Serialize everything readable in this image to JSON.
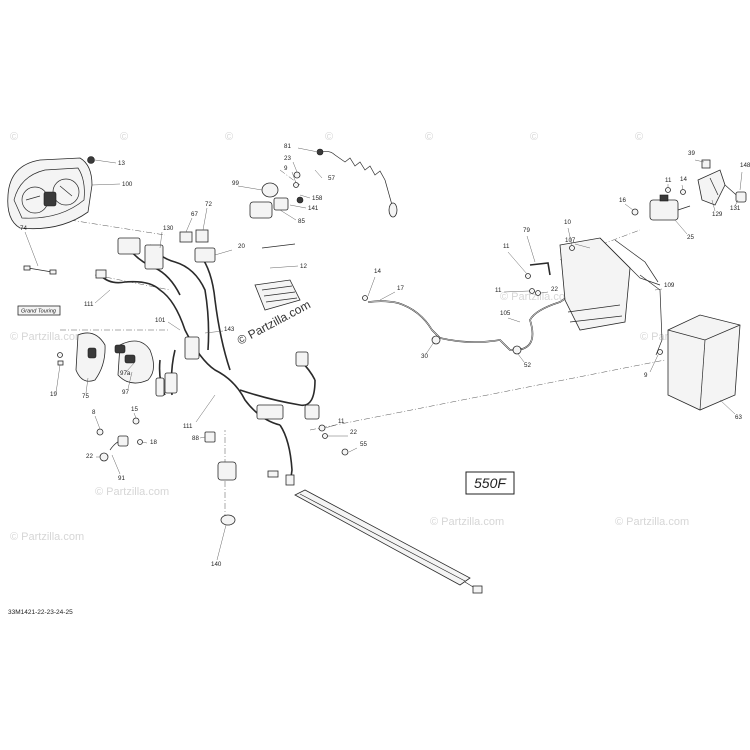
{
  "diagram": {
    "model_code": "550F",
    "variant_label": "Grand Touring",
    "reference_code": "33M1421-22-23-24-25",
    "watermark_center": "© Partzilla.com",
    "watermark_repeat": "© Partzilla.com",
    "watermark_small": "©"
  },
  "callouts": [
    {
      "id": "13",
      "text": "13"
    },
    {
      "id": "100",
      "text": "100"
    },
    {
      "id": "74",
      "text": "74"
    },
    {
      "id": "111a",
      "text": "111"
    },
    {
      "id": "130",
      "text": "130"
    },
    {
      "id": "67",
      "text": "67"
    },
    {
      "id": "72",
      "text": "72"
    },
    {
      "id": "99",
      "text": "99"
    },
    {
      "id": "20",
      "text": "20"
    },
    {
      "id": "81",
      "text": "81"
    },
    {
      "id": "23",
      "text": "23"
    },
    {
      "id": "9a",
      "text": "9"
    },
    {
      "id": "57",
      "text": "57"
    },
    {
      "id": "158",
      "text": "158"
    },
    {
      "id": "141",
      "text": "141"
    },
    {
      "id": "85",
      "text": "85"
    },
    {
      "id": "12",
      "text": "12"
    },
    {
      "id": "101",
      "text": "101"
    },
    {
      "id": "143",
      "text": "143"
    },
    {
      "id": "19",
      "text": "19"
    },
    {
      "id": "75",
      "text": "75"
    },
    {
      "id": "97",
      "text": "97"
    },
    {
      "id": "97a",
      "text": "97a"
    },
    {
      "id": "8",
      "text": "8"
    },
    {
      "id": "15",
      "text": "15"
    },
    {
      "id": "18",
      "text": "18"
    },
    {
      "id": "22a",
      "text": "22"
    },
    {
      "id": "91",
      "text": "91"
    },
    {
      "id": "111b",
      "text": "111"
    },
    {
      "id": "88",
      "text": "88"
    },
    {
      "id": "11a",
      "text": "11"
    },
    {
      "id": "22b",
      "text": "22"
    },
    {
      "id": "55",
      "text": "55"
    },
    {
      "id": "140",
      "text": "140"
    },
    {
      "id": "14",
      "text": "14"
    },
    {
      "id": "17",
      "text": "17"
    },
    {
      "id": "30",
      "text": "30"
    },
    {
      "id": "52",
      "text": "52"
    },
    {
      "id": "105",
      "text": "105"
    },
    {
      "id": "11b",
      "text": "11"
    },
    {
      "id": "11c",
      "text": "11"
    },
    {
      "id": "79",
      "text": "79"
    },
    {
      "id": "22c",
      "text": "22"
    },
    {
      "id": "107",
      "text": "107"
    },
    {
      "id": "10",
      "text": "10"
    },
    {
      "id": "109",
      "text": "109"
    },
    {
      "id": "9b",
      "text": "9"
    },
    {
      "id": "63",
      "text": "63"
    },
    {
      "id": "16",
      "text": "16"
    },
    {
      "id": "11d",
      "text": "11"
    },
    {
      "id": "14b",
      "text": "14"
    },
    {
      "id": "25",
      "text": "25"
    },
    {
      "id": "39",
      "text": "39"
    },
    {
      "id": "148",
      "text": "148"
    },
    {
      "id": "129",
      "text": "129"
    },
    {
      "id": "131",
      "text": "131"
    }
  ]
}
